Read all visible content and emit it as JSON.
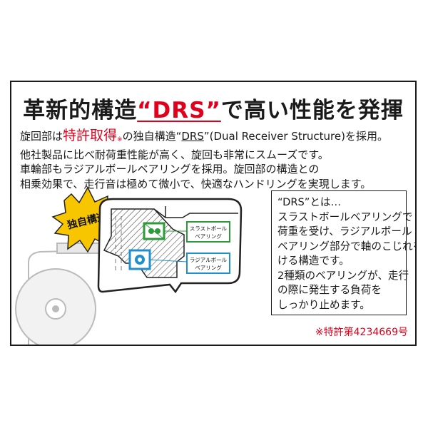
{
  "title": {
    "before": "革新的構造",
    "highlight": "“DRS”",
    "after": "で高い性能を発揮"
  },
  "description": {
    "line1_a": "旋回部は",
    "line1_red": "特許取得",
    "line1_note": "※",
    "line1_b": "の独自構造“",
    "line1_drs": "DRS",
    "line1_c": "”(Dual Receiver Structure)を採用。",
    "line2": "他社製品に比べ耐荷重性能が高く、旋回も非常にスムーズです。",
    "line3": "車輪部もラジアルボールベアリングを採用。旋回部の構造との",
    "line4": "相乗効果で、走行音は極めて微小で、快適なハンドリングを実現します。"
  },
  "badge": "独自構造",
  "labels": {
    "thrust": [
      "スラストボール",
      "ベアリング"
    ],
    "radial": [
      "ラジアルボール",
      "ベアリング"
    ]
  },
  "colors": {
    "thrust": "#2e9b3a",
    "radial": "#1f8fd0",
    "accent": "#e0001b"
  },
  "info": {
    "lines": [
      "“DRS”とは…",
      "スラストボールベアリングで",
      "荷重を受け、ラジアルボール",
      "ベアリング部分で軸のこじれを受",
      "ける構造です。",
      "2種類のベアリングが、走行",
      "の際に発生する負荷を",
      "しっかり止めます。"
    ]
  },
  "patent": "※特許第4234669号"
}
